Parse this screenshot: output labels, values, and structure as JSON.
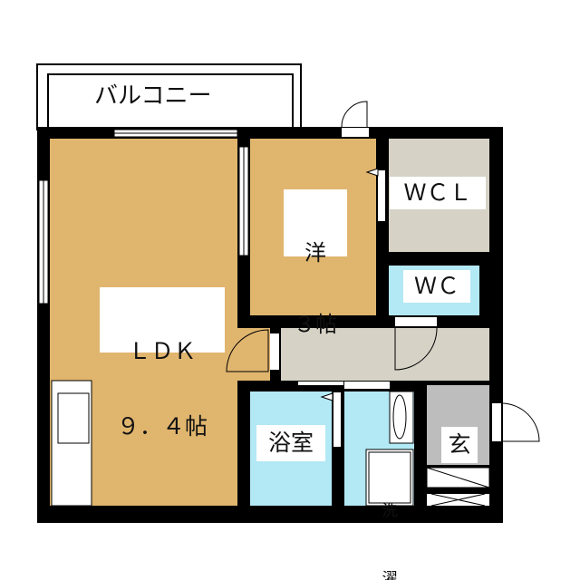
{
  "rooms": {
    "balcony": "バルコニー",
    "ldk_name": "ＬＤＫ",
    "ldk_size": "９．４帖",
    "western_name": "洋",
    "western_size": "３帖",
    "wcl": "ＷＣＬ",
    "wc": "ＷＣ",
    "bath": "浴室",
    "entrance": "玄",
    "laundry_1": "洗",
    "laundry_2": "濯"
  },
  "colors": {
    "wall": "#000000",
    "wood_floor": "#e0b56e",
    "storage_floor": "#d6d2c6",
    "wet_floor": "#b3e8f5",
    "entrance_floor": "#bdbdbd"
  }
}
